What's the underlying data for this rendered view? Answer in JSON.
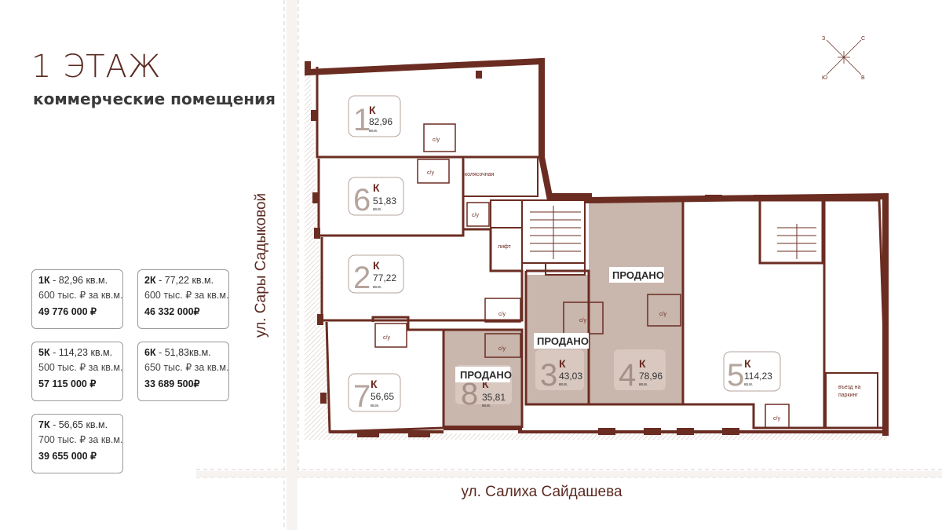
{
  "header": {
    "title": "1 ЭТАЖ",
    "subtitle": "коммерческие помещения"
  },
  "streets": {
    "vertical": "ул. Сары Садыковой",
    "horizontal": "ул. Салиха Сайдашева"
  },
  "compass": {
    "labels": [
      "З",
      "С",
      "Ю",
      "В"
    ]
  },
  "cards": [
    {
      "code": "1К",
      "area": " - 82,96 кв.м.",
      "price": "600 тыс. ₽ за кв.м.",
      "total": "49 776 000 ₽"
    },
    {
      "code": "2К",
      "area": " - 77,22 кв.м.",
      "price": "600 тыс. ₽ за кв.м.",
      "total": "46 332 000₽"
    },
    {
      "code": "5К",
      "area": " - 114,23 кв.м.",
      "price": "500 тыс. ₽ за кв.м.",
      "total": "57 115 000 ₽"
    },
    {
      "code": "6К",
      "area": " - 51,83кв.м.",
      "price": "650 тыс. ₽ за кв.м.",
      "total": "33 689 500₽"
    },
    {
      "code": "7К",
      "area": " - 56,65 кв.м.",
      "price": "700 тыс. ₽ за кв.м.",
      "total": "39 655 000 ₽"
    }
  ],
  "units": [
    {
      "num": "1",
      "sup": "К",
      "area": "82,96",
      "unit": "кв.м."
    },
    {
      "num": "6",
      "sup": "К",
      "area": "51,83",
      "unit": "кв.м."
    },
    {
      "num": "2",
      "sup": "К",
      "area": "77,22",
      "unit": "кв.м."
    },
    {
      "num": "7",
      "sup": "К",
      "area": "56,65",
      "unit": "кв.м."
    },
    {
      "num": "8",
      "sup": "К",
      "area": "35,81",
      "unit": "кв.м."
    },
    {
      "num": "3",
      "sup": "К",
      "area": "43,03",
      "unit": "кв.м."
    },
    {
      "num": "4",
      "sup": "К",
      "area": "78,96",
      "unit": "кв.м."
    },
    {
      "num": "5",
      "sup": "К",
      "area": "114,23",
      "unit": "кв.м."
    }
  ],
  "sold": {
    "label": "ПРОДАНО"
  },
  "rooms": {
    "wc": "с/у",
    "stroller": "колясочная",
    "lift": "лифт",
    "parking_line1": "въезд на",
    "parking_line2": "паркинг"
  },
  "colors": {
    "wall": "#6b2c22",
    "sold_fill": "#c9b6ad",
    "sold_fill_light": "#d8c8c0",
    "text": "#5b2a22"
  }
}
